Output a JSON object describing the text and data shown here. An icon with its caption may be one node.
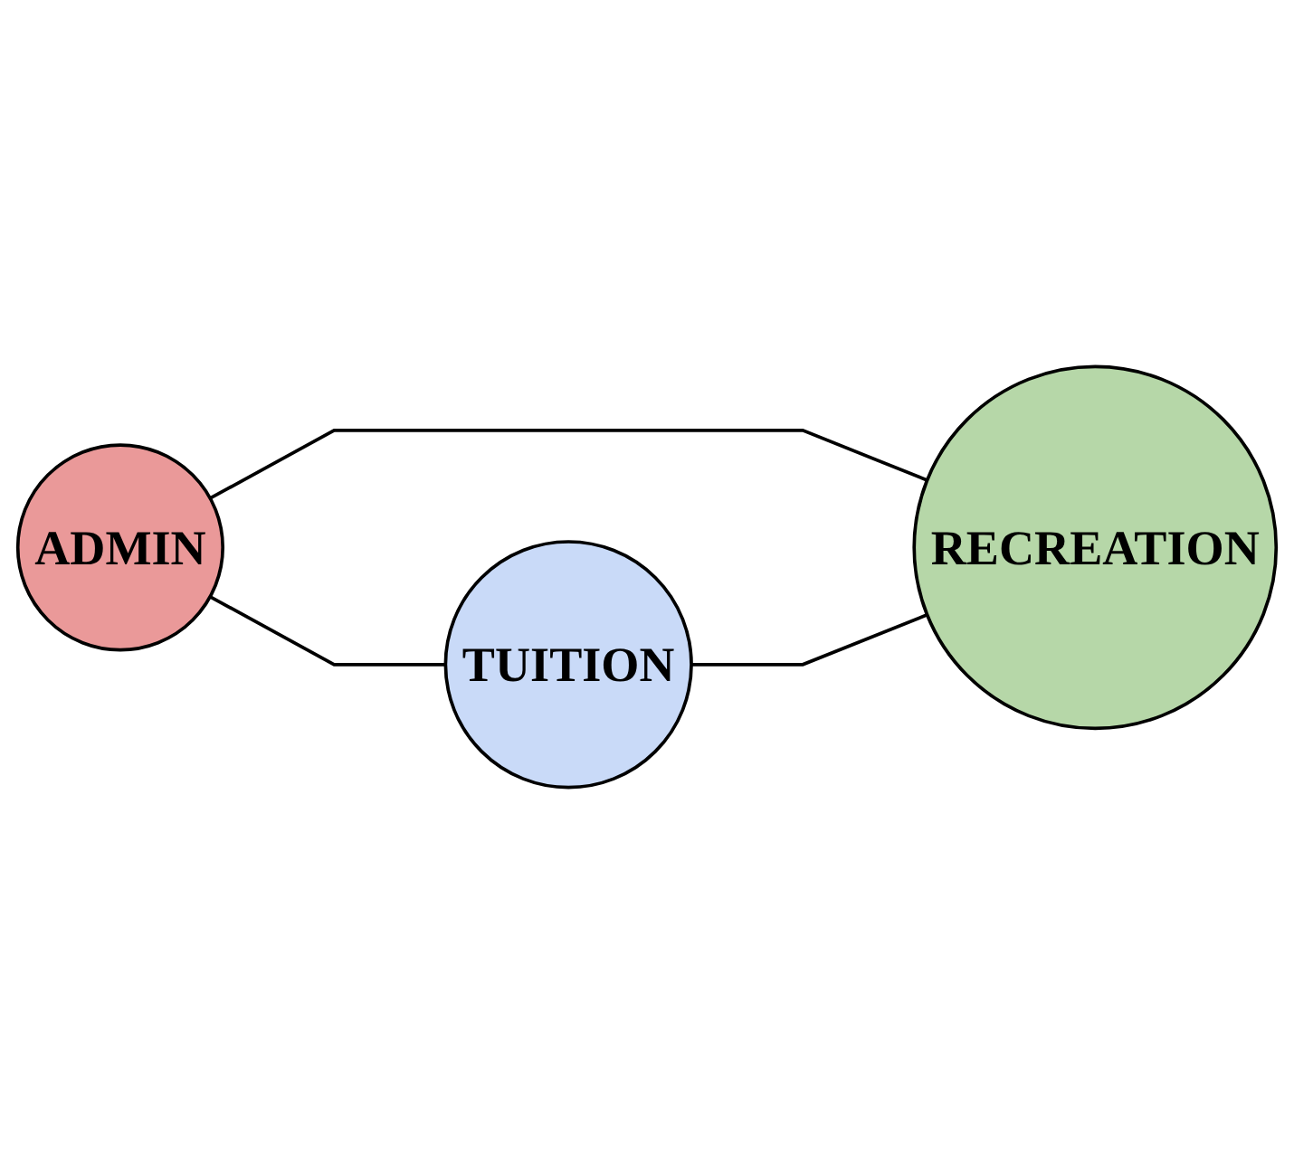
{
  "diagram": {
    "nodes": [
      {
        "text": [
          "ADMIN"
        ]
      },
      {
        "text": [
          "TUITION"
        ]
      },
      {
        "text": [
          "RECREATION"
        ]
      }
    ],
    "edges": [
      {
        "from": 0,
        "to": 1,
        "arrow": "none"
      },
      {
        "from": 0,
        "to": 2,
        "arrow": "none"
      },
      {
        "from": 1,
        "to": 2,
        "arrow": "none"
      }
    ]
  }
}
